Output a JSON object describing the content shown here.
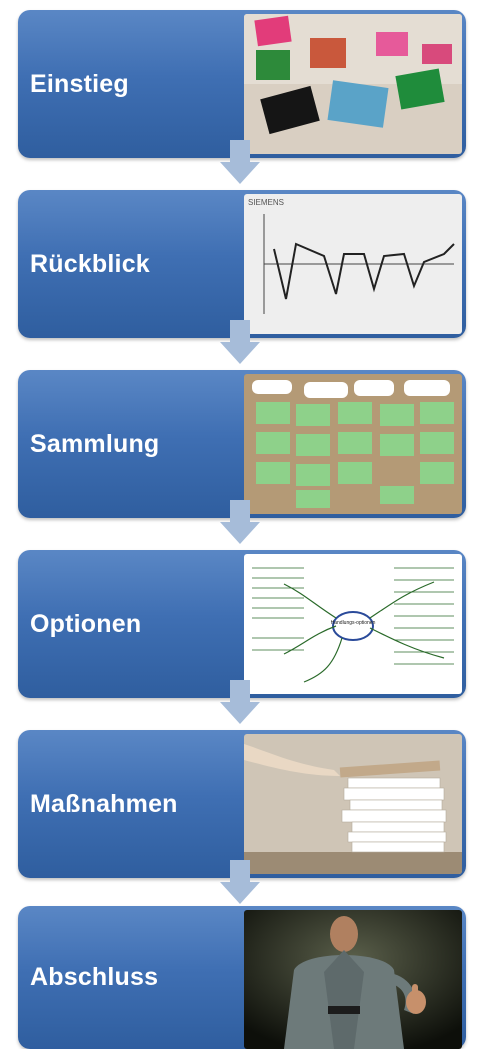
{
  "steps": [
    {
      "label": "Einstieg",
      "image": "cards-on-table-photo"
    },
    {
      "label": "Rückblick",
      "image": "siemens-line-chart-photo",
      "chart_header": "SIEMENS"
    },
    {
      "label": "Sammlung",
      "image": "pinboard-sticky-notes-photo"
    },
    {
      "label": "Optionen",
      "image": "mind-map-photo",
      "mindmap_center": "Handlungs-optionen"
    },
    {
      "label": "Maßnahmen",
      "image": "paper-stack-photo"
    },
    {
      "label": "Abschluss",
      "image": "thumbs-up-man-photo"
    }
  ],
  "colors": {
    "box": "#3f6fb3",
    "arrow": "#a6bcd9",
    "text": "#ffffff"
  }
}
